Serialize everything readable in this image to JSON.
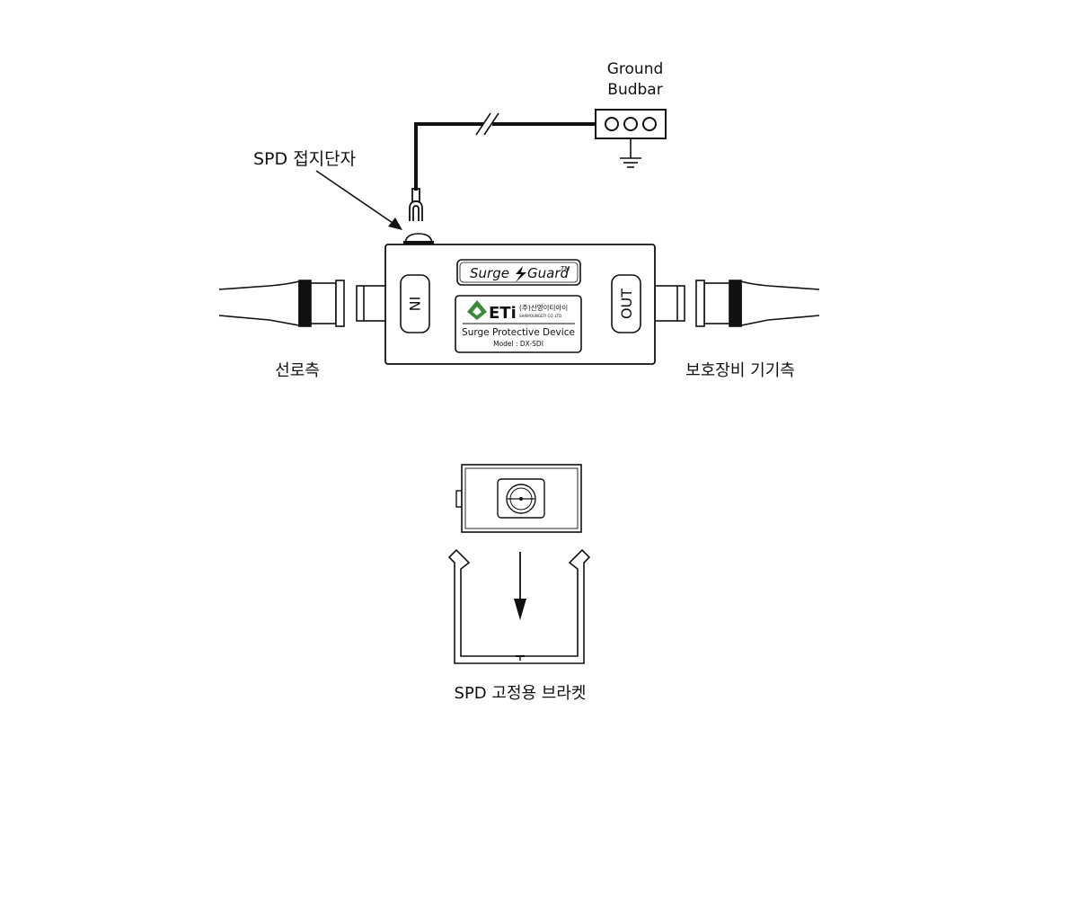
{
  "labels": {
    "ground_busbar_line1": "Ground",
    "ground_busbar_line2": "Budbar",
    "spd_terminal": "SPD 접지단자",
    "line_side": "선로측",
    "equipment_side": "보호장비 기기측",
    "bracket": "SPD 고정용 브라켓"
  },
  "device": {
    "brand_surge": "Surge",
    "brand_guard": "Guard",
    "brand_tm": "TM",
    "maker_logo": "ETi",
    "maker_korean": "(주)신영이티아이",
    "maker_english": "SHINYOUNGETI CO.,LTD",
    "product_name": "Surge Protective Device",
    "model": "Model : DX-SDI",
    "in_port": "IN",
    "out_port": "OUT"
  },
  "colors": {
    "line": "#111111",
    "background": "#ffffff",
    "logo_green": "#3a8a3a"
  }
}
